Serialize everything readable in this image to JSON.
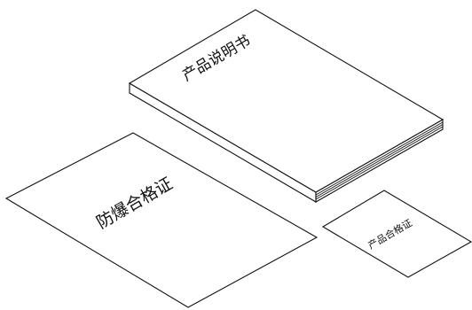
{
  "documents": {
    "manual": {
      "label": "产品说明书"
    },
    "explosion_proof_certificate": {
      "label": "防爆合格证"
    },
    "product_certificate": {
      "label": "产品合格证"
    }
  },
  "colors": {
    "line": "#111111",
    "background": "#ffffff"
  }
}
